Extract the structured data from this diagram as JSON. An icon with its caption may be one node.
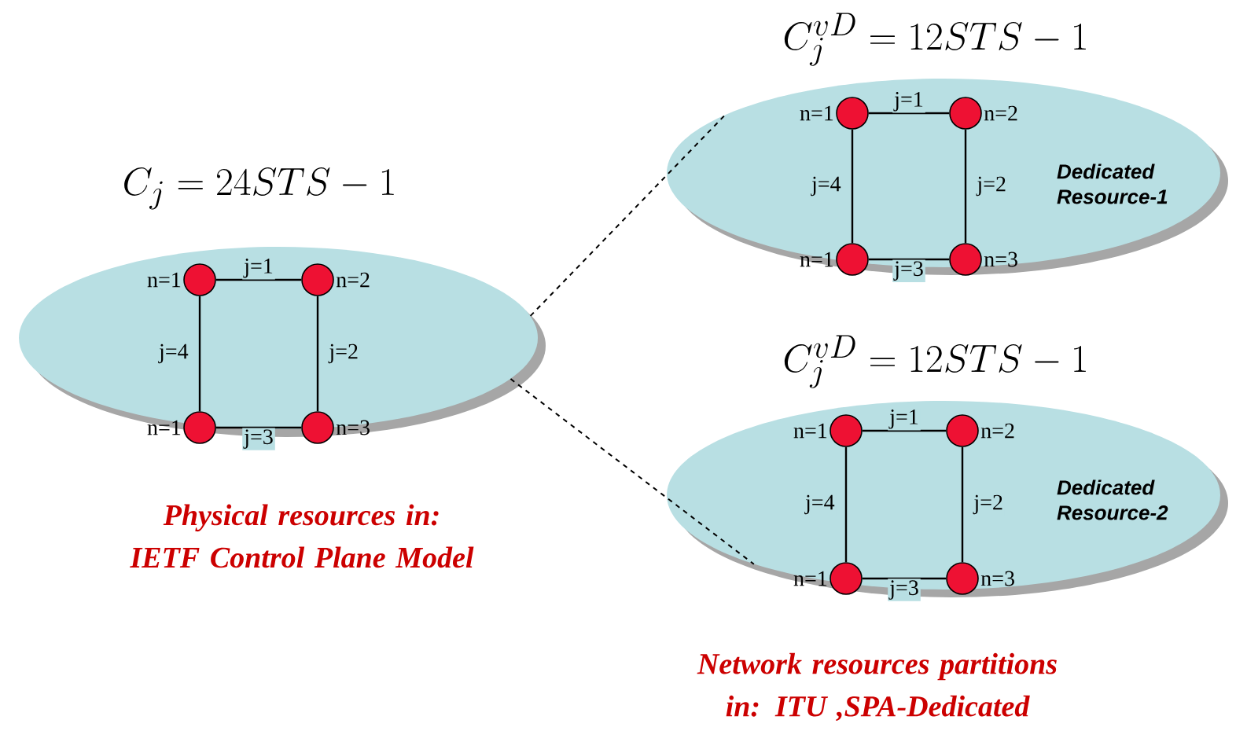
{
  "diagram": {
    "nodes": [
      {
        "text": [
          "C_j = 24STS - 1"
        ]
      },
      {
        "text": [],
        "shape": "circle",
        "in": 0,
        "beside": [
          "n=1"
        ]
      },
      {
        "text": [],
        "shape": "circle",
        "in": 0,
        "beside": [
          "n=2"
        ]
      },
      {
        "text": [],
        "shape": "circle",
        "in": 0,
        "beside": [
          "n=1"
        ]
      },
      {
        "text": [],
        "shape": "circle",
        "in": 0,
        "beside": [
          "n=3"
        ]
      },
      {
        "text": [
          "C_j^{vD} = 12STS - 1",
          "Dedicated Resource-1"
        ]
      },
      {
        "text": [],
        "shape": "circle",
        "in": 5,
        "beside": [
          "n=1"
        ]
      },
      {
        "text": [],
        "shape": "circle",
        "in": 5,
        "beside": [
          "n=2"
        ]
      },
      {
        "text": [],
        "shape": "circle",
        "in": 5,
        "beside": [
          "n=1"
        ]
      },
      {
        "text": [],
        "shape": "circle",
        "in": 5,
        "beside": [
          "n=3"
        ]
      },
      {
        "text": [
          "C_j^{vD} = 12STS - 1",
          "Dedicated Resource-2"
        ]
      },
      {
        "text": [],
        "shape": "circle",
        "in": 10,
        "beside": [
          "n=1"
        ]
      },
      {
        "text": [],
        "shape": "circle",
        "in": 10,
        "beside": [
          "n=2"
        ]
      },
      {
        "text": [],
        "shape": "circle",
        "in": 10,
        "beside": [
          "n=1"
        ]
      },
      {
        "text": [],
        "shape": "circle",
        "in": 10,
        "beside": [
          "n=3"
        ]
      }
    ],
    "edges": [
      {
        "from": 1,
        "to": 2,
        "arrow": "none",
        "label": "j=1"
      },
      {
        "from": 2,
        "to": 4,
        "arrow": "none",
        "label": "j=2"
      },
      {
        "from": 3,
        "to": 4,
        "arrow": "none",
        "label": "j=3"
      },
      {
        "from": 1,
        "to": 3,
        "arrow": "none",
        "label": "j=4"
      },
      {
        "from": 6,
        "to": 7,
        "arrow": "none",
        "label": "j=1"
      },
      {
        "from": 7,
        "to": 9,
        "arrow": "none",
        "label": "j=2"
      },
      {
        "from": 8,
        "to": 9,
        "arrow": "none",
        "label": "j=3"
      },
      {
        "from": 6,
        "to": 8,
        "arrow": "none",
        "label": "j=4"
      },
      {
        "from": 11,
        "to": 12,
        "arrow": "none",
        "label": "j=1"
      },
      {
        "from": 12,
        "to": 14,
        "arrow": "none",
        "label": "j=2"
      },
      {
        "from": 13,
        "to": 14,
        "arrow": "none",
        "label": "j=3"
      },
      {
        "from": 11,
        "to": 13,
        "arrow": "none",
        "label": "j=4"
      },
      {
        "from": 0,
        "to": 5,
        "arrow": "none",
        "style": "dashed"
      },
      {
        "from": 0,
        "to": 10,
        "arrow": "none",
        "style": "dashed"
      }
    ],
    "labels": [
      "Physical resources in: IETF Control Plane Model",
      "Network resources partitions in: ITU ,SPA-Dedicated"
    ]
  }
}
